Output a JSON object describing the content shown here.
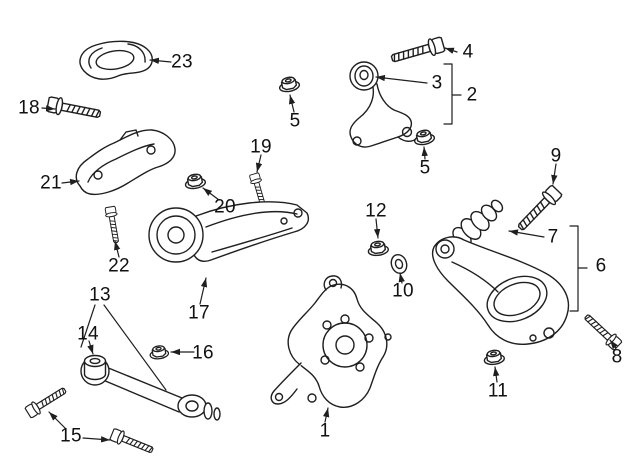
{
  "diagram": {
    "background": "#ffffff",
    "line_color": "#1f1f1f",
    "label_color": "#111111"
  },
  "callouts": {
    "c1": {
      "label": "1"
    },
    "c2": {
      "label": "2"
    },
    "c3": {
      "label": "3"
    },
    "c4": {
      "label": "4"
    },
    "c5a": {
      "label": "5"
    },
    "c5b": {
      "label": "5"
    },
    "c6": {
      "label": "6"
    },
    "c7": {
      "label": "7"
    },
    "c8": {
      "label": "8"
    },
    "c9": {
      "label": "9"
    },
    "c10": {
      "label": "10"
    },
    "c11": {
      "label": "11"
    },
    "c12": {
      "label": "12"
    },
    "c13": {
      "label": "13"
    },
    "c14": {
      "label": "14"
    },
    "c15": {
      "label": "15"
    },
    "c16": {
      "label": "16"
    },
    "c17": {
      "label": "17"
    },
    "c18": {
      "label": "18"
    },
    "c19": {
      "label": "19"
    },
    "c20": {
      "label": "20"
    },
    "c21": {
      "label": "21"
    },
    "c22": {
      "label": "22"
    },
    "c23": {
      "label": "23"
    }
  }
}
